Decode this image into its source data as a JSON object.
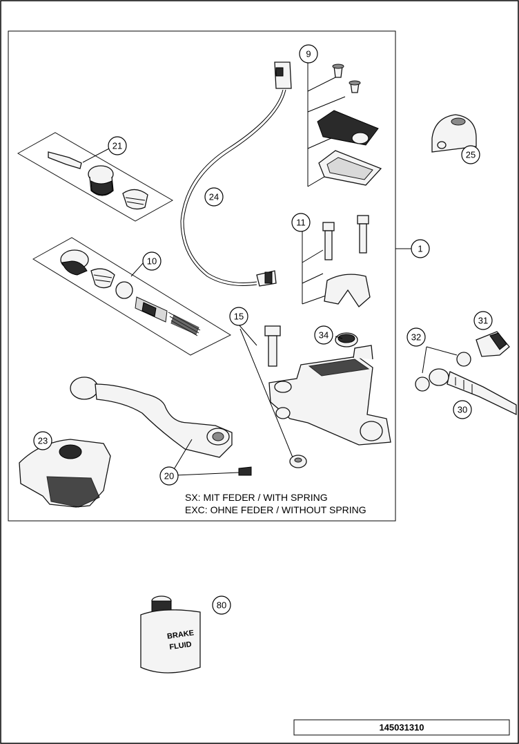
{
  "callouts": {
    "c1": "1",
    "c9": "9",
    "c10": "10",
    "c11": "11",
    "c15": "15",
    "c20": "20",
    "c21": "21",
    "c23": "23",
    "c24": "24",
    "c25": "25",
    "c30": "30",
    "c31": "31",
    "c32": "32",
    "c34": "34",
    "c80": "80"
  },
  "note": {
    "line1": "SX: MIT FEDER / WITH SPRING",
    "line2": "EXC: OHNE FEDER / WITHOUT SPRING"
  },
  "can_label": {
    "line1": "BRAKE",
    "line2": "FLUID"
  },
  "document_number": "145031310"
}
